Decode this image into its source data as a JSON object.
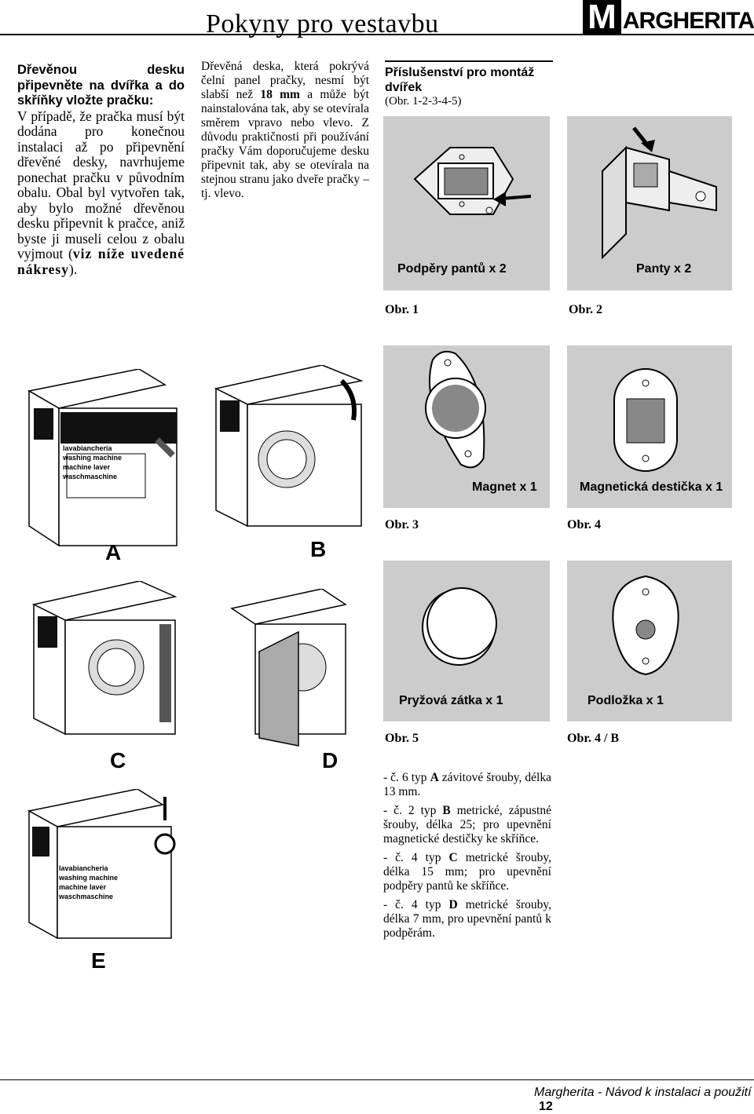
{
  "header": {
    "title": "Pokyny pro vestavbu",
    "brand_initial": "M",
    "brand_rest": "ARGHERITA"
  },
  "col1": {
    "heading": "Dřevěnou desku připevněte na dvířka a do skříňky vložte pračku:",
    "text": "V případě, že pračka musí být dodána pro konečnou instalaci až po připevnění dřevěné desky, navrhujeme ponechat pračku v původním obalu. Obal byl vytvořen tak, aby bylo možné dřevěnou desku připevnit k pračce, aniž byste ji museli celou z obalu vyjmout (",
    "emph": "viz níže uvedené nákresy",
    "tail": ")."
  },
  "col2": {
    "text_a": "Dřevěná deska, která pokrývá čelní panel pračky, nesmí být slabší než ",
    "text_b": "18 mm",
    "text_c": " a může být nainstalována tak, aby se otevírala směrem vpravo nebo vlevo. Z důvodu praktičnosti při používání pračky Vám doporučujeme desku připevnit tak, aby se otevírala na stejnou stranu jako dveře pračky – tj. vlevo."
  },
  "accessories": {
    "heading": "Příslušenství pro montáž dvířek",
    "ref": "(Obr. 1-2-3-4-5)"
  },
  "figures": {
    "fig1_caption": "Podpěry pantů x 2",
    "fig1_label": "Obr. 1",
    "fig2_caption": "Panty x 2",
    "fig2_label": "Obr. 2",
    "fig3_caption": "Magnet x 1",
    "fig3_label": "Obr. 3",
    "fig4_caption": "Magnetická destička x 1",
    "fig4_label": "Obr. 4",
    "fig5_caption": "Pryžová zátka x 1",
    "fig5_label": "Obr. 5",
    "fig6_caption": "Podložka x 1",
    "fig6_label": "Obr. 4 / B"
  },
  "steps": {
    "a": "A",
    "b": "B",
    "c": "C",
    "d": "D",
    "e": "E"
  },
  "box_label": {
    "l1": "lavabiancheria",
    "l2": "washing machine",
    "l3": "machine  laver",
    "l4": "waschmaschine"
  },
  "screws": [
    {
      "pre": "- č. 6 typ ",
      "type": "A",
      "post": " závitové šrouby, délka 13 mm."
    },
    {
      "pre": "- č. 2 typ ",
      "type": "B",
      "post": " metrické, zápustné šrouby, délka 25; pro upevnění magnetické destičky ke skříňce."
    },
    {
      "pre": "- č. 4 typ ",
      "type": "C",
      "post": " metrické šrouby, délka 15 mm; pro upevnění podpěry pantů ke skříňce."
    },
    {
      "pre": "- č. 4 typ ",
      "type": "D",
      "post": " metrické šrouby, délka 7 mm, pro upevnění pantů k podpěrám."
    }
  ],
  "footer": {
    "text": "Margherita - Návod k instalaci a použití",
    "page": "12"
  }
}
